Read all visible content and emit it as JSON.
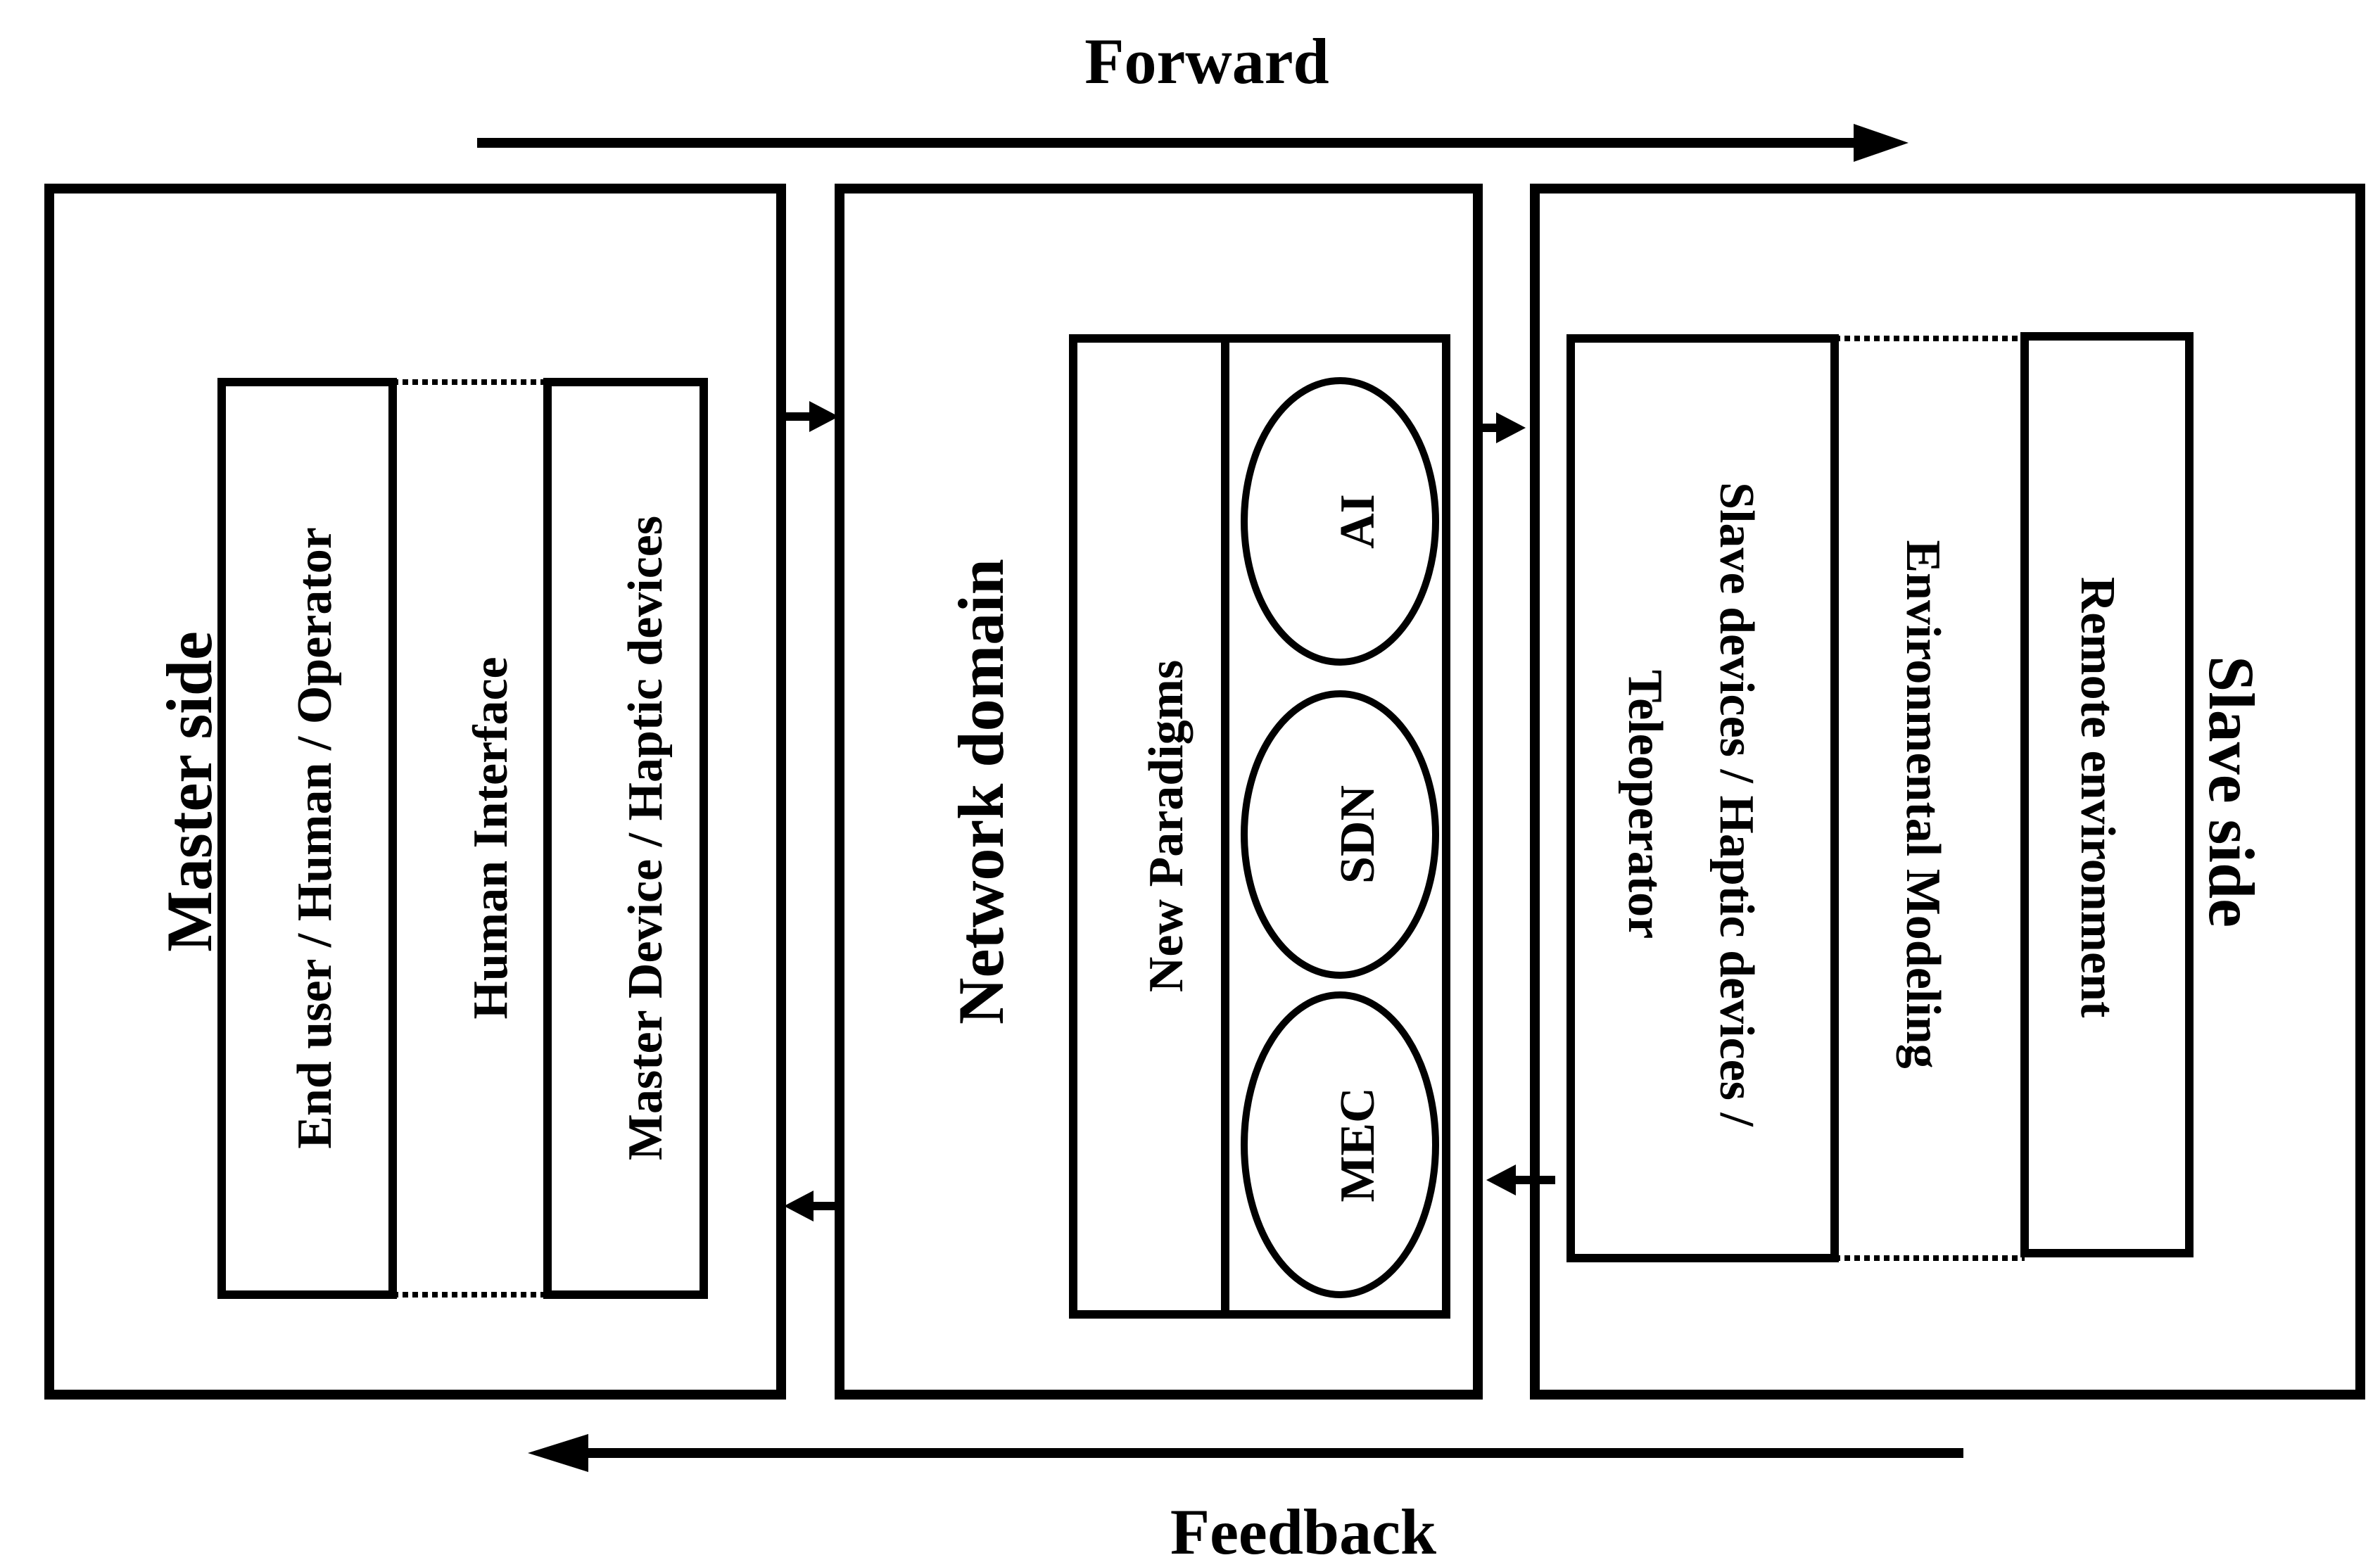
{
  "flow": {
    "forward_label": "Forward",
    "feedback_label": "Feedback"
  },
  "master": {
    "title": "Master side",
    "columns": [
      "End user / Human / Operator",
      "Human Interface",
      "Master Device / Haptic devices"
    ]
  },
  "network": {
    "title": "Network domain",
    "paradigms_label": "New Paradigms",
    "technologies": [
      "AI",
      "SDN",
      "MEC"
    ]
  },
  "slave": {
    "title": "Slave side",
    "devices_line1": "Slave devices / Haptic devices /",
    "devices_line2": "Teleoperator",
    "modeling": "Environmental Modeling",
    "remote": "Remote environment"
  },
  "colors": {
    "stroke": "#000000",
    "background": "#ffffff"
  }
}
